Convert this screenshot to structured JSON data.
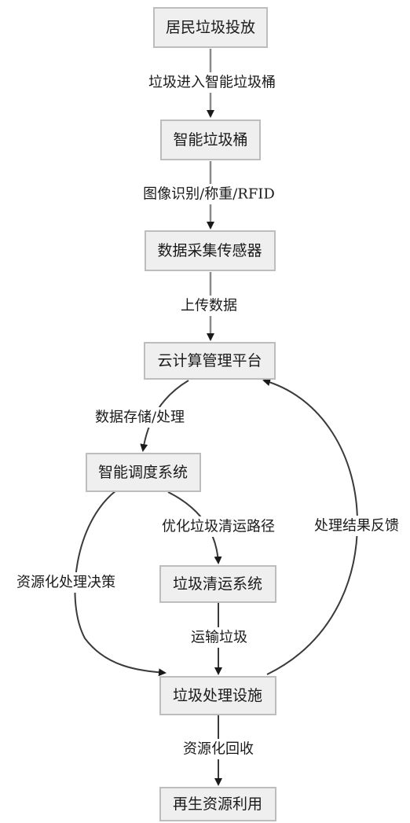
{
  "nodes": {
    "resident_disposal": "居民垃圾投放",
    "smart_bin": "智能垃圾桶",
    "data_sensor": "数据采集传感器",
    "cloud_platform": "云计算管理平台",
    "smart_dispatch": "智能调度系统",
    "collection_system": "垃圾清运系统",
    "treatment_facility": "垃圾处理设施",
    "reuse": "再生资源利用"
  },
  "edges": {
    "enter_bin": "垃圾进入智能垃圾桶",
    "recognition": "图像识别/称重/RFID",
    "upload": "上传数据",
    "storage": "数据存储/处理",
    "route_opt": "优化垃圾清运路径",
    "resource_decision": "资源化处理决策",
    "transport": "运输垃圾",
    "feedback": "处理结果反馈",
    "recycle": "资源化回收"
  }
}
